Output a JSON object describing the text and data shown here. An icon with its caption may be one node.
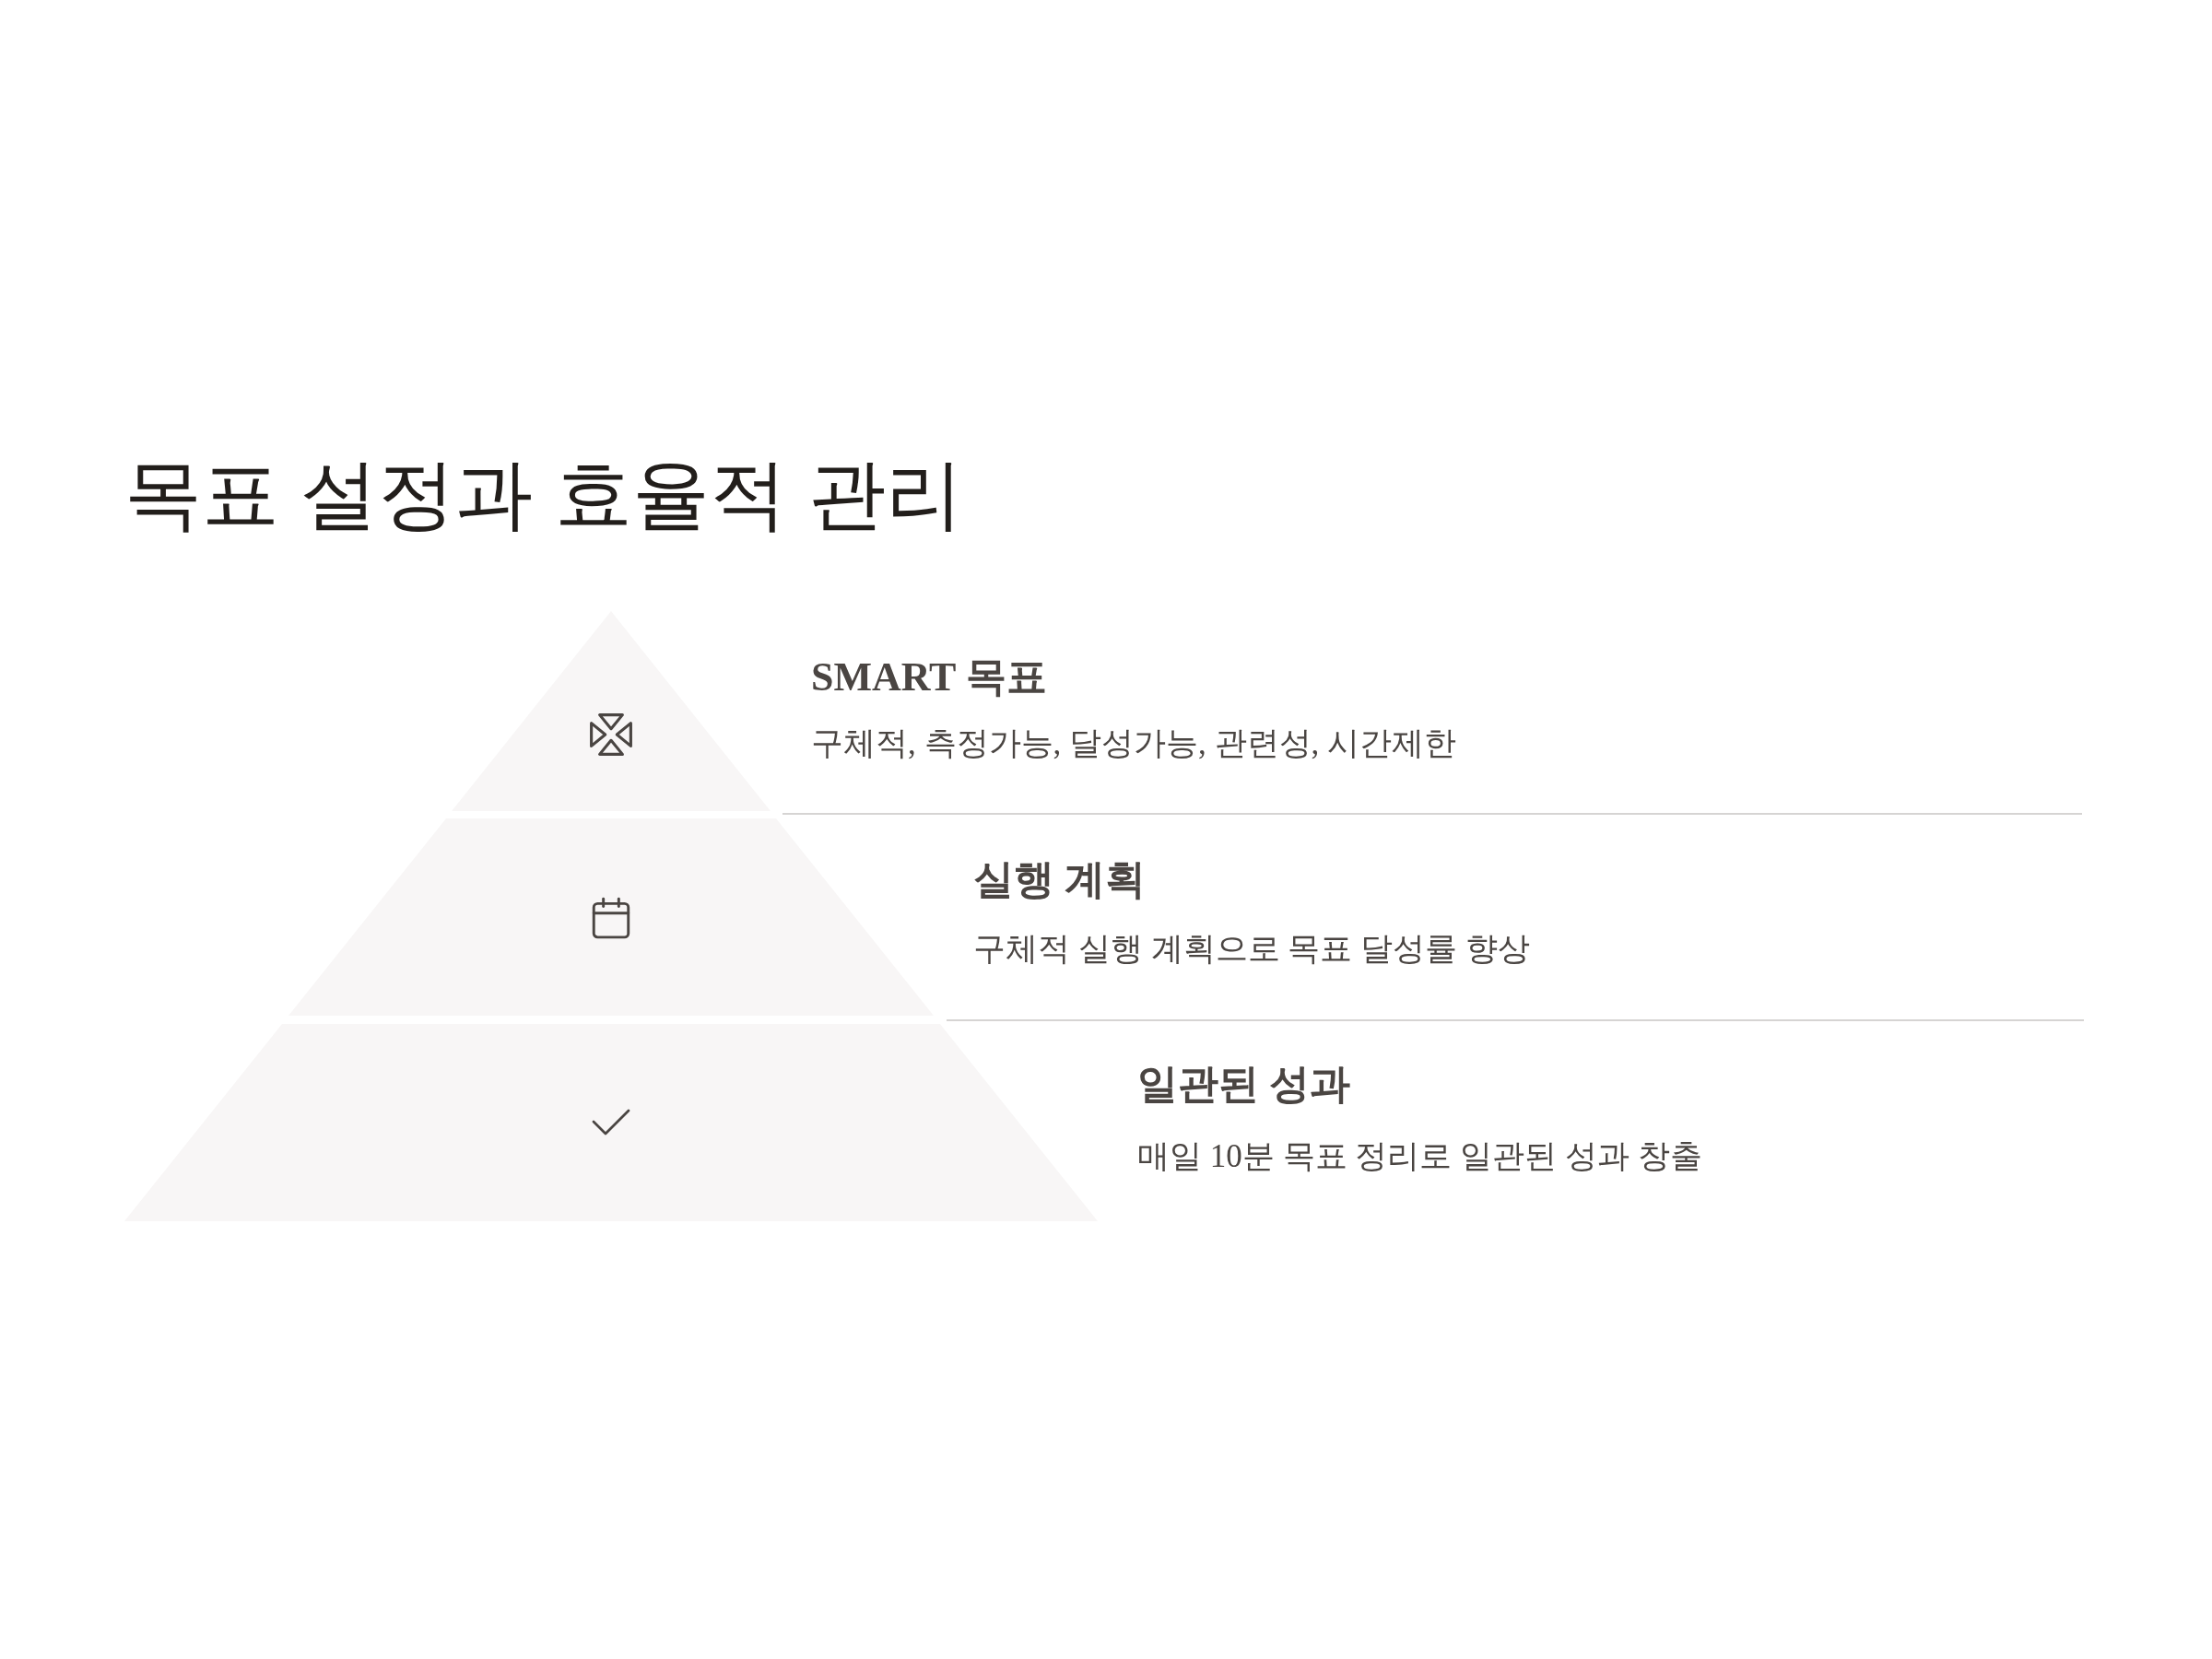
{
  "diagram": {
    "title": "목표 설정과 효율적 관리",
    "nodes": [
      {
        "text": [
          "SMART 목표",
          "구체적, 측정가능, 달성가능, 관련성, 시간제한"
        ]
      },
      {
        "text": [
          "실행 계획",
          "구체적 실행 계획으로 목표 달성률 향상"
        ]
      },
      {
        "text": [
          "일관된 성과",
          "매일 10분 목표 정리로 일관된 성과 창출"
        ]
      }
    ]
  }
}
